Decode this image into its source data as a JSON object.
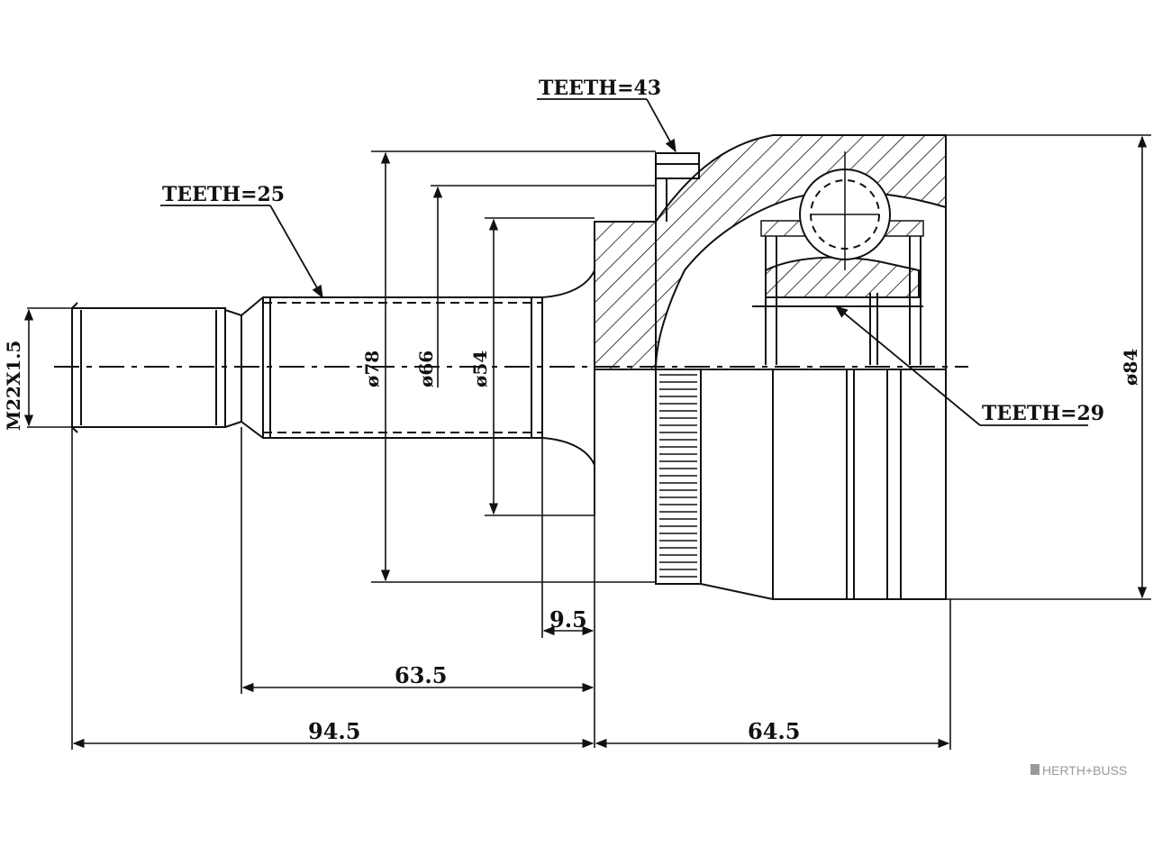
{
  "callouts": {
    "teeth_43": "TEETH=43",
    "teeth_25": "TEETH=25",
    "teeth_29": "TEETH=29"
  },
  "dimensions": {
    "thread": "M22X1.5",
    "dia_78": "ø78",
    "dia_66": "ø66",
    "dia_54": "ø54",
    "dia_84": "ø84",
    "len_9_5": "9.5",
    "len_63_5": "63.5",
    "len_94_5": "94.5",
    "len_64_5": "64.5"
  },
  "brand": {
    "logo_text": "HERTH+BUSS"
  },
  "colors": {
    "line": "#111111",
    "logo": "#9a9a9a"
  }
}
